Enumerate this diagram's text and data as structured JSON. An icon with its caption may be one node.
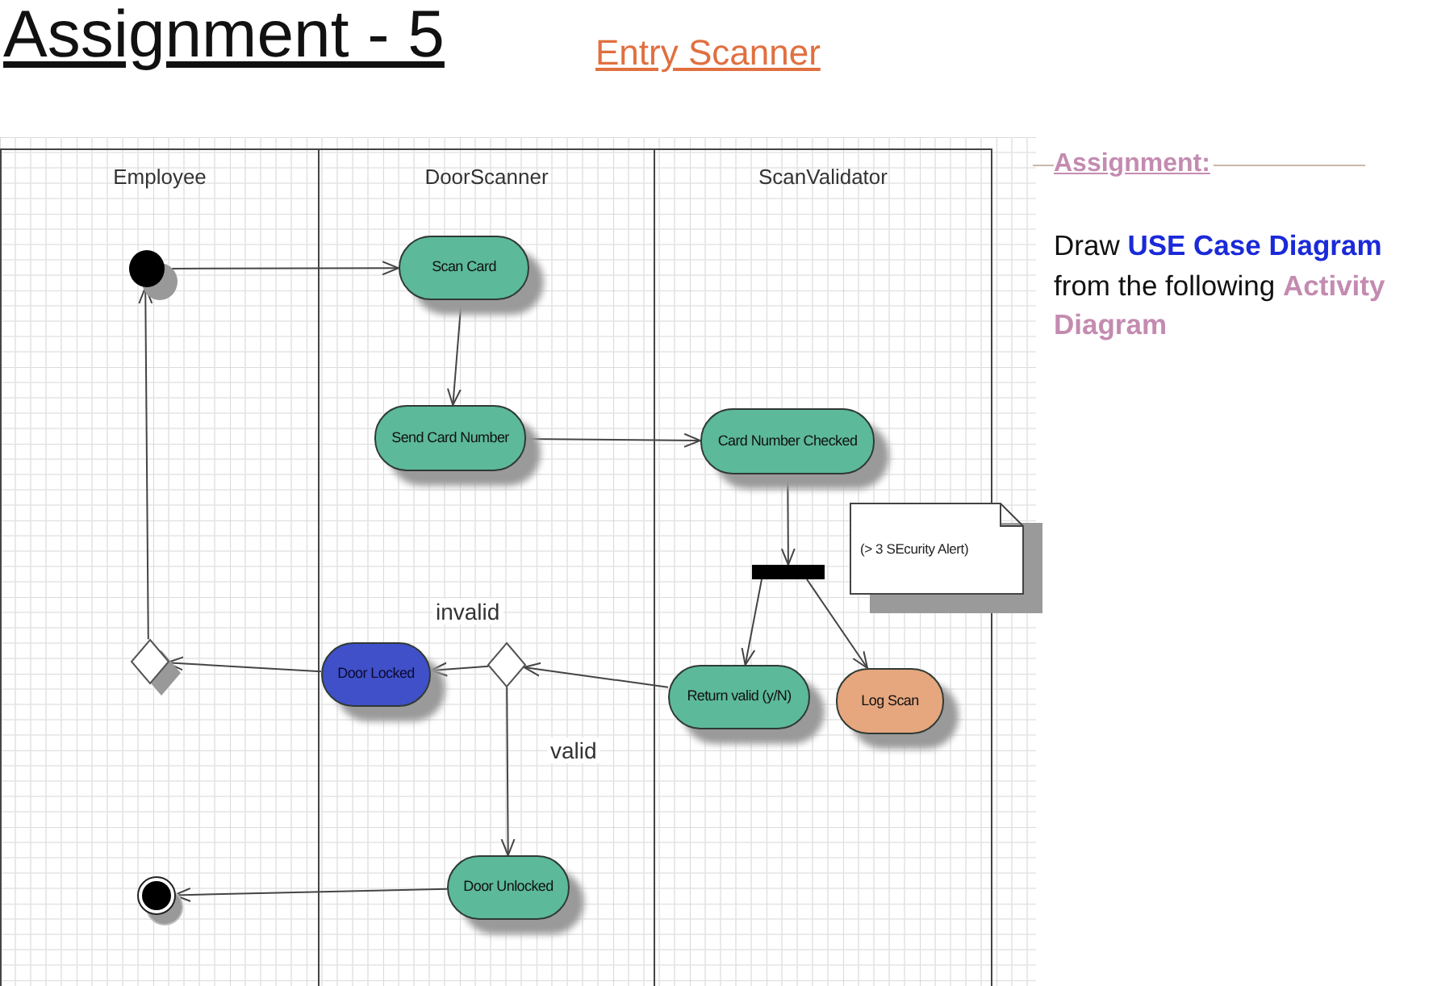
{
  "diagram": {
    "title": "Assignment - 5",
    "nodes": [
      {
        "text": [
          "Employee"
        ]
      },
      {
        "text": [
          "DoorScanner"
        ]
      },
      {
        "text": [
          "ScanValidator"
        ]
      },
      {
        "text": [],
        "shape": "circle",
        "in": 0
      },
      {
        "text": [
          "Scan Card"
        ],
        "in": 1
      },
      {
        "text": [
          "Send Card Number"
        ],
        "in": 1
      },
      {
        "text": [
          "Card Number Checked"
        ],
        "in": 2
      },
      {
        "text": [],
        "shape": "bar",
        "in": 2
      },
      {
        "text": [
          "(> 3 SEcurity Alert)"
        ]
      },
      {
        "text": [
          "Return valid (y/N)"
        ],
        "in": 2
      },
      {
        "text": [
          "Log Scan"
        ],
        "in": 2
      },
      {
        "text": [],
        "shape": "diamond",
        "in": 1
      },
      {
        "text": [
          "Door Locked"
        ],
        "in": 1
      },
      {
        "text": [],
        "shape": "diamond",
        "in": 0
      },
      {
        "text": [
          "Door Unlocked"
        ],
        "in": 1
      },
      {
        "text": [],
        "shape": "circle",
        "in": 0
      }
    ],
    "edges": [
      {
        "from": 3,
        "to": 4,
        "arrow": "to"
      },
      {
        "from": 4,
        "to": 5,
        "arrow": "to"
      },
      {
        "from": 5,
        "to": 6,
        "arrow": "to"
      },
      {
        "from": 6,
        "to": 7,
        "arrow": "to"
      },
      {
        "from": 7,
        "to": 9,
        "arrow": "to"
      },
      {
        "from": 7,
        "to": 10,
        "arrow": "to"
      },
      {
        "from": 9,
        "to": 11,
        "arrow": "to"
      },
      {
        "from": 11,
        "to": 12,
        "arrow": "to",
        "label": "invalid"
      },
      {
        "from": 11,
        "to": 14,
        "arrow": "to",
        "label": "valid"
      },
      {
        "from": 12,
        "to": 13,
        "arrow": "to"
      },
      {
        "from": 13,
        "to": 3,
        "arrow": "to"
      },
      {
        "from": 14,
        "to": 15,
        "arrow": "to"
      }
    ],
    "labels": [
      "Entry Scanner",
      "Assignment:",
      "Draw **USE Case Diagram** from the following **Activity Diagram**"
    ]
  }
}
